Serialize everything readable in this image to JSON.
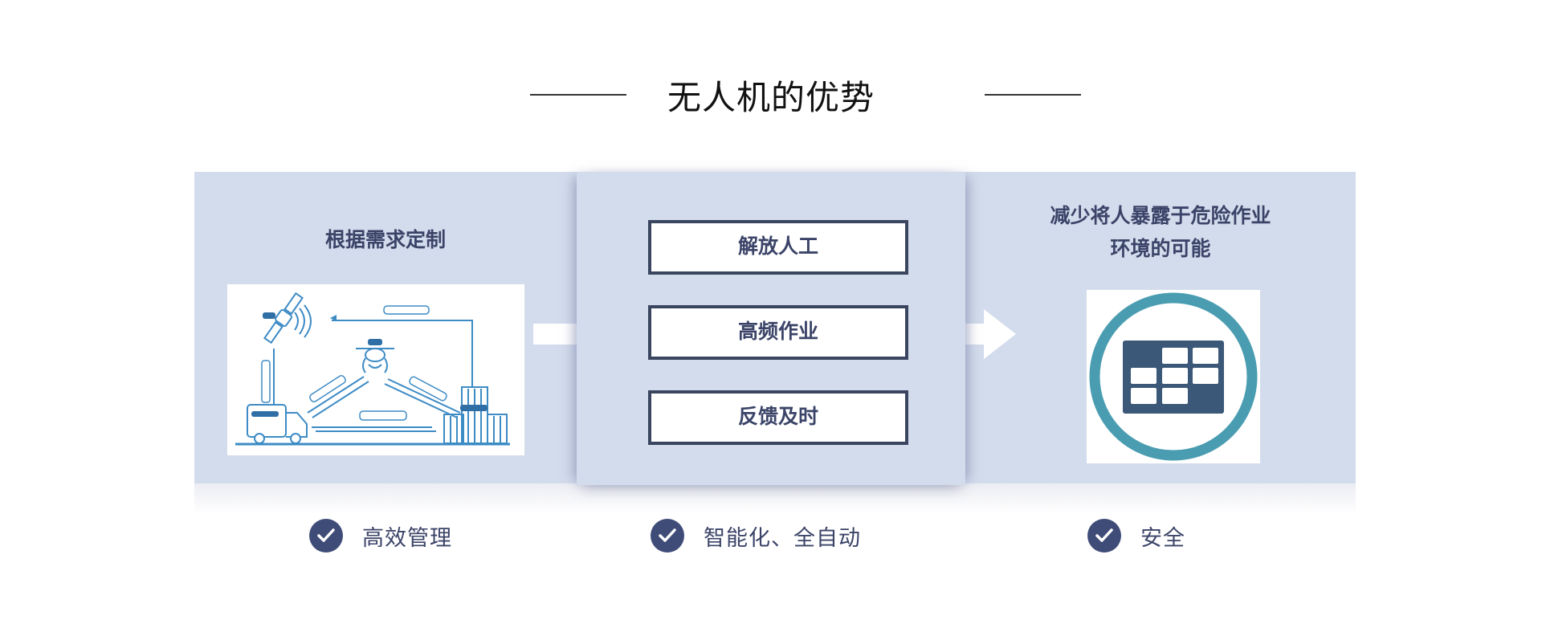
{
  "header": {
    "title": "无人机的优势"
  },
  "columns": {
    "left": {
      "title": "根据需求定制",
      "image": "uav-network-diagram"
    },
    "middle": {
      "items": [
        "解放人工",
        "高频作业",
        "反馈及时"
      ]
    },
    "right": {
      "title_line1": "减少将人暴露于危险作业",
      "title_line2": "环境的可能",
      "image": "safety-grid-icon"
    }
  },
  "features": [
    {
      "icon": "check-circle-icon",
      "label": "高效管理"
    },
    {
      "icon": "check-circle-icon",
      "label": "智能化、全自动"
    },
    {
      "icon": "check-circle-icon",
      "label": "安全"
    }
  ],
  "colors": {
    "band": "#d3dcec",
    "accent_dark": "#3f4c78",
    "box_border": "#3a4660",
    "diagram_blue": "#3d8bc5",
    "ring_teal": "#4a9db1",
    "grid_navy": "#3b5878"
  }
}
